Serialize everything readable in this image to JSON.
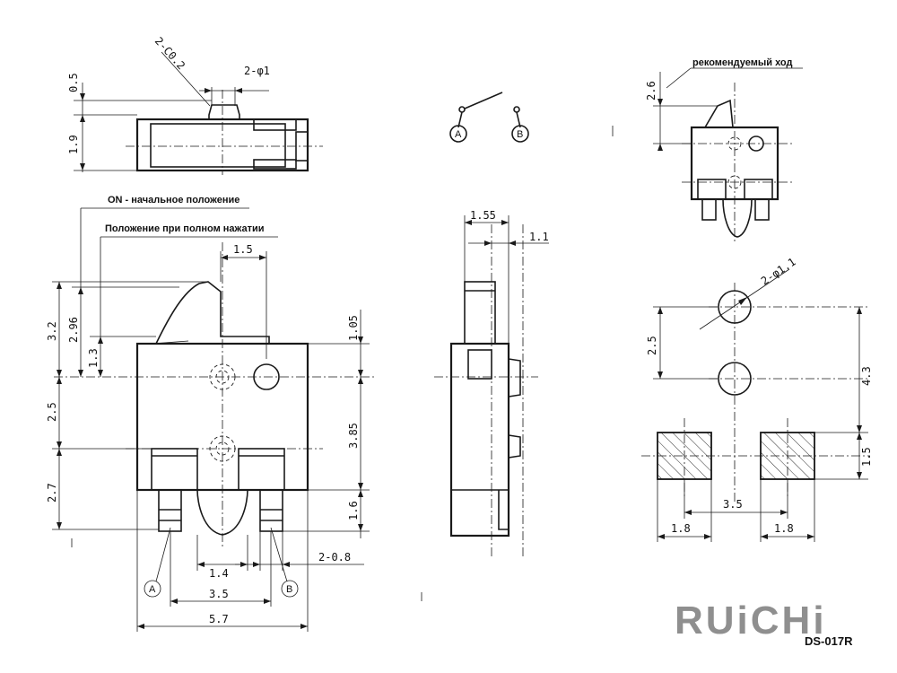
{
  "labels": {
    "on_initial": "ON - начальное положение",
    "full_press": "Положение при полном нажатии",
    "recommended_travel": "рекомендуемый ход"
  },
  "pins": {
    "a": "A",
    "b": "B"
  },
  "dimensions": {
    "top_chamfer": "2-C0.2",
    "top_hole": "2-φ1",
    "top_05": "0.5",
    "top_19": "1.9",
    "front_15": "1.5",
    "front_32": "3.2",
    "front_296": "2.96",
    "front_13": "1.3",
    "front_25": "2.5",
    "front_27": "2.7",
    "front_105": "1.05",
    "front_385": "3.85",
    "front_16": "1.6",
    "front_14": "1.4",
    "front_35": "3.5",
    "front_57": "5.7",
    "front_pin_w": "2-0.8",
    "side_155": "1.55",
    "side_11": "1.1",
    "rear_26": "2.6",
    "pcb_hole": "2-φ1.1",
    "pcb_25": "2.5",
    "pcb_43": "4.3",
    "pcb_15": "1.5",
    "pcb_35": "3.5",
    "pcb_18_left": "1.8",
    "pcb_18_right": "1.8"
  },
  "brand": "RUiCHi",
  "model": "DS-017R"
}
